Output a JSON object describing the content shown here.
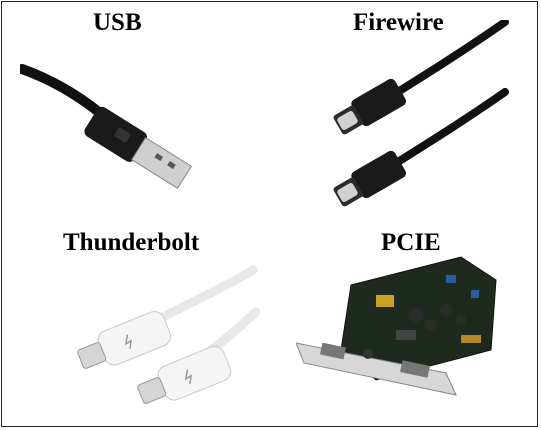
{
  "panels": {
    "usb": {
      "label": "USB",
      "icon": "usb-cable-icon"
    },
    "firewire": {
      "label": "Firewire",
      "icon": "firewire-cable-icon"
    },
    "thunderbolt": {
      "label": "Thunderbolt",
      "icon": "thunderbolt-cable-icon"
    },
    "pcie": {
      "label": "PCIE",
      "icon": "pcie-card-icon"
    }
  },
  "colors": {
    "cable_black": "#1a1a1a",
    "connector_metal": "#c9c9c9",
    "cable_white": "#f2f2f2",
    "pcb_green": "#1f2a1f",
    "bracket_silver": "#d7d7d7"
  }
}
